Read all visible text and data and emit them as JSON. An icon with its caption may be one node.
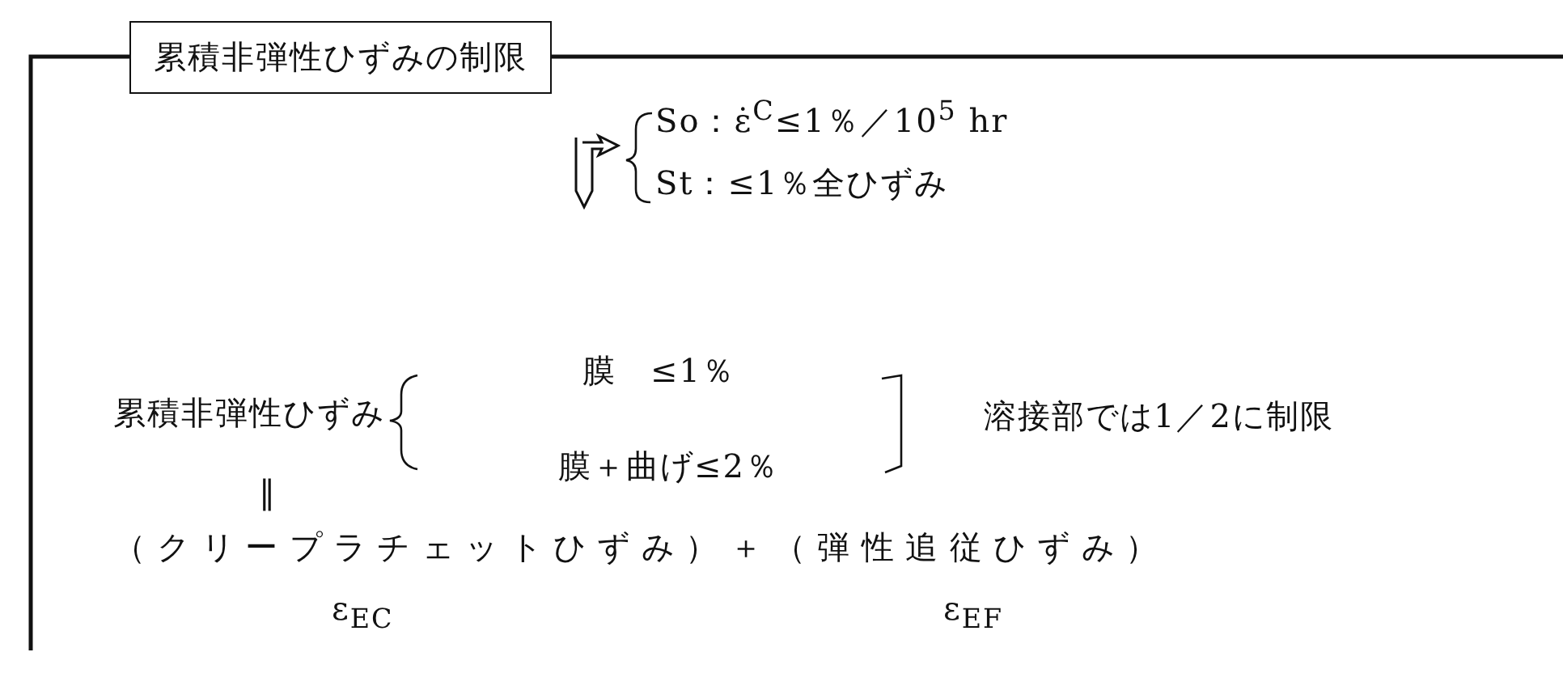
{
  "diagram": {
    "nodes": [
      {
        "text": [
          "累積非弾性ひずみの制限"
        ]
      }
    ],
    "labels": [
      "So：ε̇$^{C}$≤1％／10$^{5}$ hr",
      "St：≤1％全ひずみ",
      "累積非弾性ひずみ",
      "膜　≤1％",
      "膜＋曲げ≤2％",
      "溶接部では1／2に制限",
      "‖",
      "（クリープラチェットひずみ）＋（弾性追従ひずみ）",
      "ε$_{EC}$",
      "ε$_{EF}$"
    ]
  }
}
